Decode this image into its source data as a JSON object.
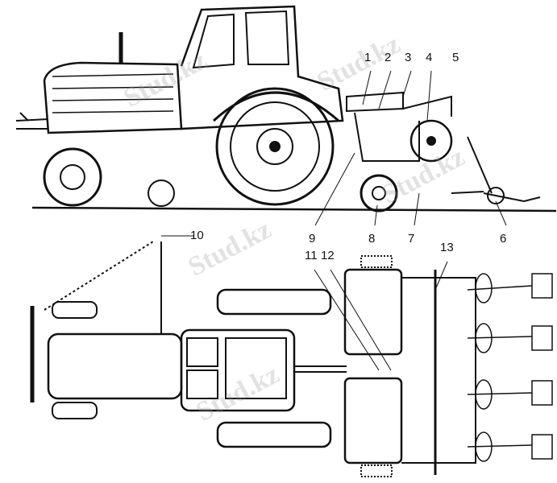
{
  "figure": {
    "labels": [
      "1",
      "2",
      "3",
      "4",
      "5",
      "6",
      "7",
      "8",
      "9",
      "10",
      "11",
      "12",
      "13"
    ],
    "watermark": "Stud.kz",
    "views": [
      "side-view",
      "top-view"
    ]
  }
}
